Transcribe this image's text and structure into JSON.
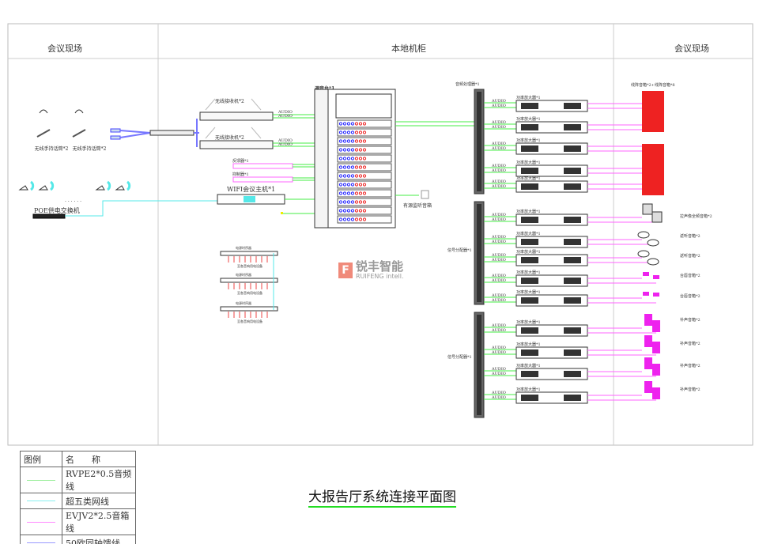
{
  "sections": {
    "left": "会议现场",
    "center": "本地机柜",
    "right": "会议现场"
  },
  "colors": {
    "audio": "#44ee44",
    "network": "#55e8e8",
    "speaker": "#ff66ff",
    "coax": "#7777ff",
    "speaker_red": "#ee2222",
    "speaker_magenta": "#ee22ee"
  },
  "left": {
    "handheld_label_1": "无线手持话筒*2",
    "handheld_label_2": "无线手持话筒*2",
    "poe_switch": "POE供电交换机",
    "dots": "· · · · · ·"
  },
  "center": {
    "receiver_label": "无线接收机*2",
    "feedback_label": "反馈器*1",
    "suppressor_label": "抑制器*1",
    "wifi_host": "WIFI会议主机*1",
    "mixer_label": "调音台*1",
    "monitor_speaker": "有源监听音箱",
    "audio_tag": "AUDIO",
    "power_sequencer": "电源时序器",
    "power_target": "至各音响用电设备"
  },
  "rack": {
    "processor": "音频处理器*1",
    "distributor_1": "信号分配器*1",
    "distributor_2": "信号分配器*1",
    "amp_label": "功率放大器*1"
  },
  "speakers": [
    {
      "label": "线阵音箱*2+线阵音箱*8"
    },
    {
      "label": "拉声像全频音箱*2"
    },
    {
      "label": "返听音箱*2"
    },
    {
      "label": "返听音箱*2"
    },
    {
      "label": "台唇音箱*2"
    },
    {
      "label": "台唇音箱*2"
    },
    {
      "label": "补声音箱*2"
    },
    {
      "label": "补声音箱*2"
    },
    {
      "label": "补声音箱*2"
    },
    {
      "label": "补声音箱*2"
    }
  ],
  "logo": {
    "cn": "锐丰智能",
    "en": "RUIFENG intell."
  },
  "legend": {
    "header_icon": "图例",
    "header_name": "名　　称",
    "rows": [
      {
        "name": "RVPE2*0.5音频线",
        "color": "#99ee99"
      },
      {
        "name": "超五类网线",
        "color": "#88eeee"
      },
      {
        "name": "EVJV2*2.5音箱线",
        "color": "#ff88ff"
      },
      {
        "name": "50欧同轴馈线",
        "color": "#9999ff"
      }
    ]
  },
  "title": "大报告厅系统连接平面图"
}
